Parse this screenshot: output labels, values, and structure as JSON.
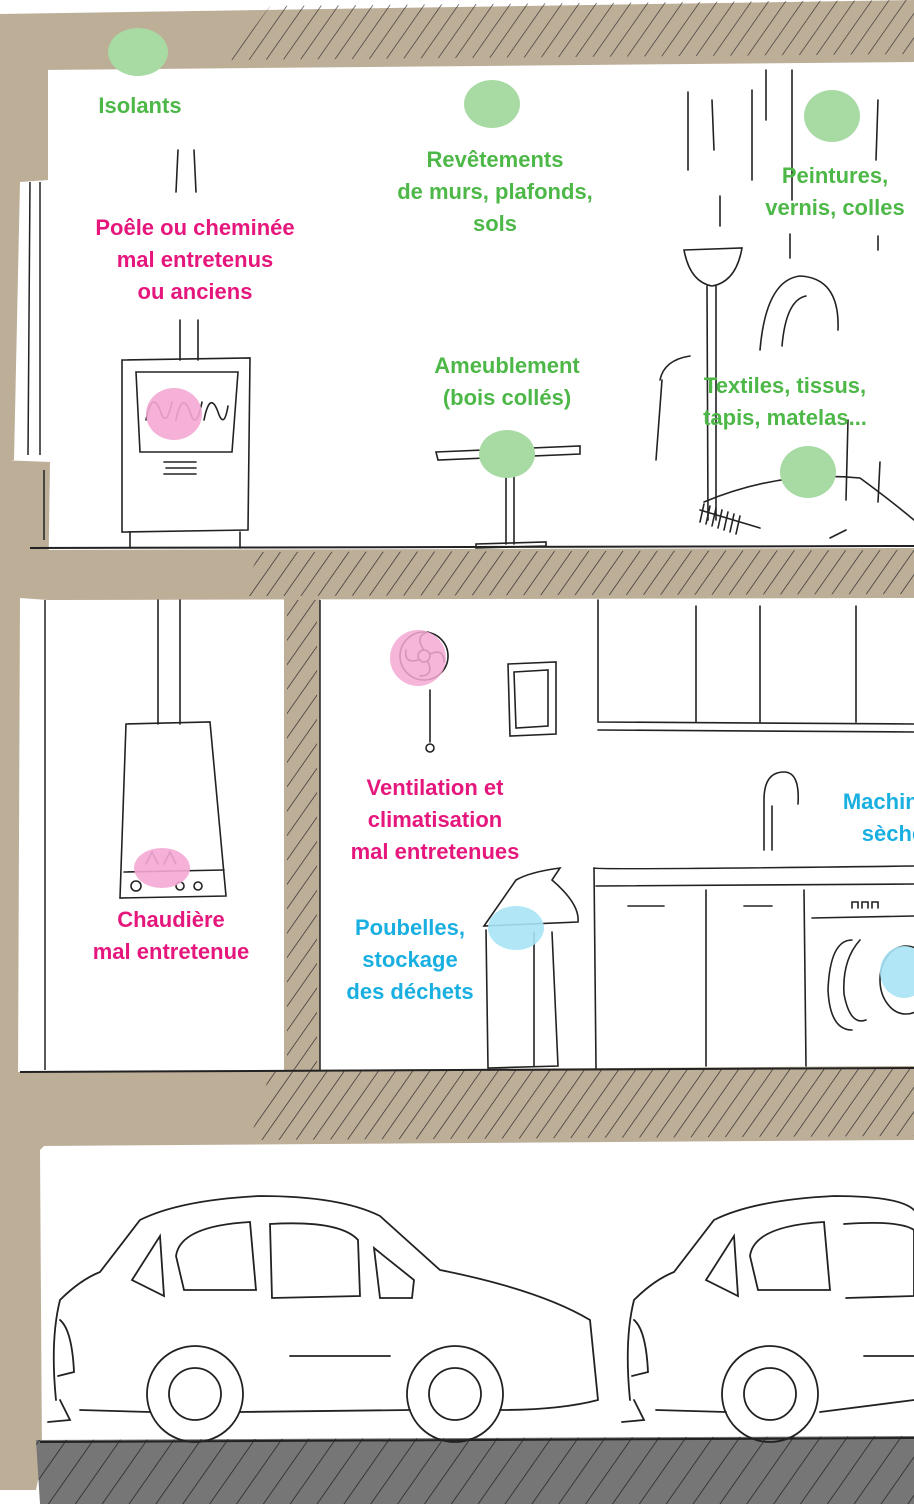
{
  "colors": {
    "green": "#4db848",
    "pink": "#e5177d",
    "blue": "#19afe0",
    "green_blob": "#a8dba4",
    "pink_blob": "#f4a9d4",
    "blue_blob": "#a9e3f5",
    "wall": "#bdae98",
    "ground": "#767676",
    "line": "#222222"
  },
  "labels": {
    "isolants": "Isolants",
    "revetements": "Revêtements\nde murs, plafonds,\nsols",
    "peintures": "Peintures,\nvernis, colles",
    "poele": "Poêle ou cheminée\nmal entretenus\nou anciens",
    "ameublement": "Ameublement\n(bois collés)",
    "textiles": "Textiles, tissus,\ntapis, matelas...",
    "ventilation": "Ventilation et\nclimatisation\nmal entretenues",
    "machines": "Machines\nsèche",
    "chaudiere": "Chaudière\nmal entretenue",
    "poubelles": "Poubelles,\nstockage\ndes déchets"
  }
}
